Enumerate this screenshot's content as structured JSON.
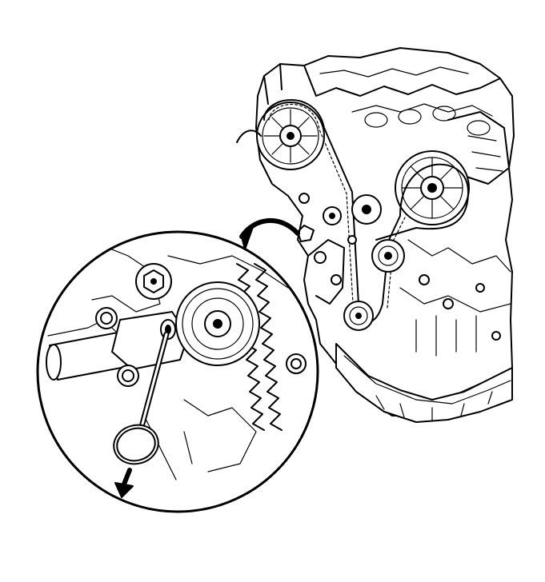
{
  "figure": {
    "colors": {
      "line": "#000000",
      "background": "#ffffff"
    },
    "parts": {
      "engine": "engine-assembly",
      "detail_view": "tensioner-detail-view",
      "pin": "retaining-pin",
      "direction_arrow": "removal-direction-arrow",
      "callout_arrow": "detail-callout-arrow"
    }
  }
}
